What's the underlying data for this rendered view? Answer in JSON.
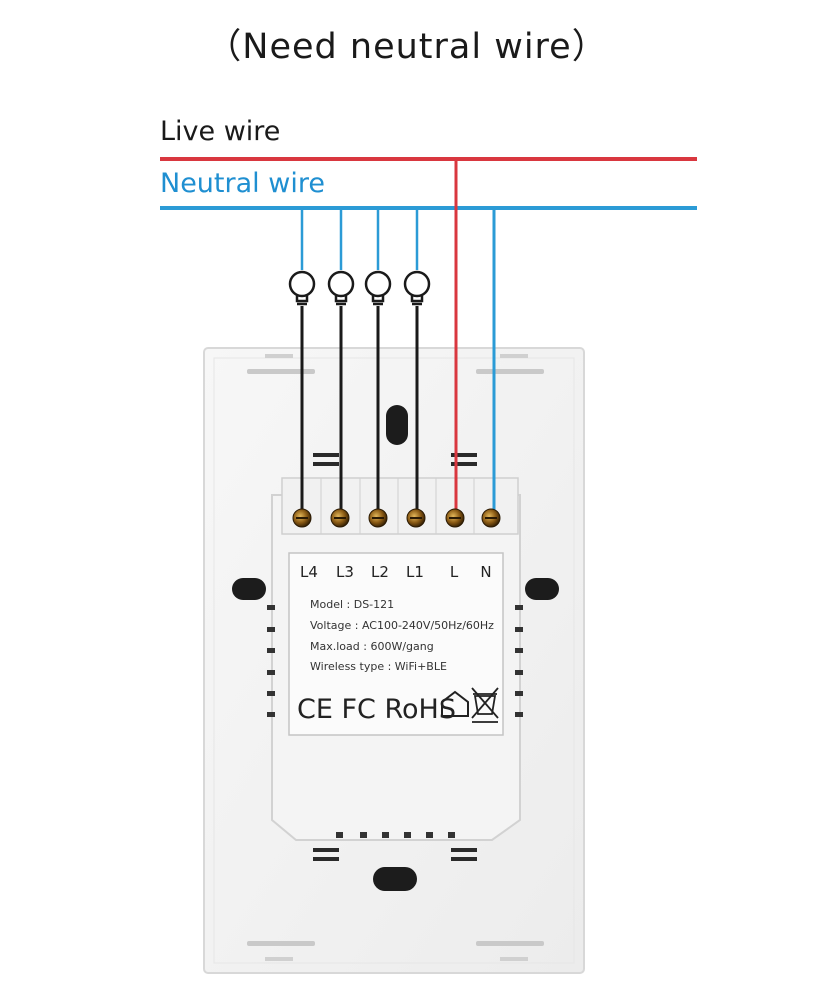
{
  "title": "（Need neutral wire）",
  "wires": {
    "live_label": "Live wire",
    "neutral_label": "Neutral wire",
    "live_color": "#d9373f",
    "neutral_color": "#2b9bd6"
  },
  "terminals": [
    "L4",
    "L3",
    "L2",
    "L1",
    "L",
    "N"
  ],
  "label_plate": {
    "model": "Model : DS-121",
    "voltage": "Voltage : AC100-240V/50Hz/60Hz",
    "max_load": "Max.load : 600W/gang",
    "wireless": "Wireless type : WiFi+BLE",
    "cert_marks": "CE FC RoHS"
  },
  "icons": [
    "bulb-icon",
    "recycle-home-icon",
    "weee-bin-icon"
  ]
}
